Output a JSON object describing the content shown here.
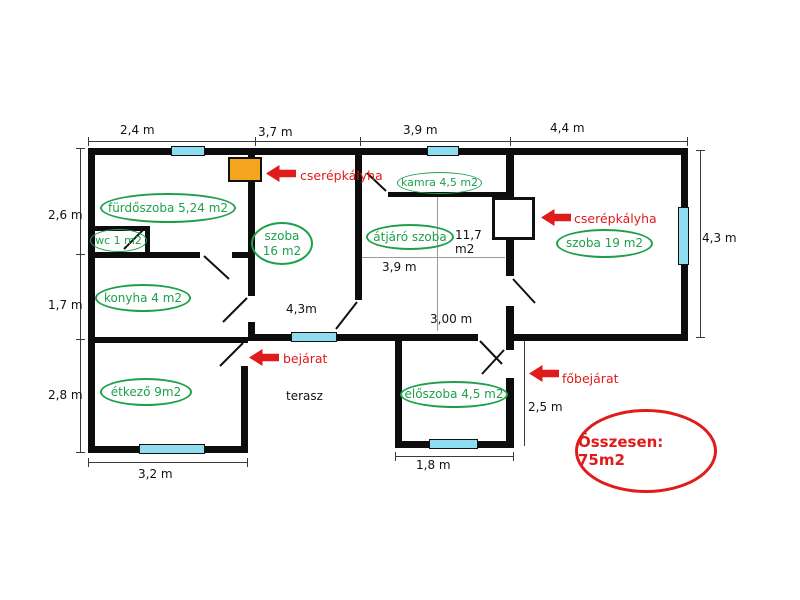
{
  "plan": {
    "rooms": {
      "furdoszoba": "fürdőszoba   5,24 m2",
      "wc": "wc 1 m2",
      "konyha": "konyha  4 m2",
      "etkezo": "étkező 9m2",
      "szoba16": "szoba\n16 m2",
      "atjaro": "átjáró  szoba",
      "szoba19": "szoba 19 m2",
      "eloszoba": "előszoba 4,5 m2",
      "kamra": "kamra 4,5 m2"
    },
    "red": {
      "stove_top": "cserépkályha",
      "stove_right": "cserépkályha",
      "entrance": "bejárat",
      "main_entrance": "főbejárat",
      "total": "Összesen: 75m2"
    },
    "black": {
      "terasz": "terasz",
      "atjaro_area": "11,7\nm2",
      "atjaro_width": "3,9 m",
      "atjaro_depth": "3,00 m",
      "szoba16_dim": "4,3m"
    },
    "dims": {
      "top_1": "2,4 m",
      "top_2": "3,7 m",
      "top_3": "3,9 m",
      "top_4": "4,4 m",
      "left_1": "2,6 m",
      "left_2": "1,7 m",
      "left_3": "2,8 m",
      "right_1": "4,3 m",
      "bottom_1": "3,2 m",
      "bottom_2": "1,8 m",
      "eloszoba_right": "2,5 m"
    },
    "colors": {
      "wall": "#0d0d0d",
      "green": "#1ea04b",
      "red": "#e01b1b",
      "window": "#8edcef",
      "stove": "#f3a51e"
    }
  }
}
